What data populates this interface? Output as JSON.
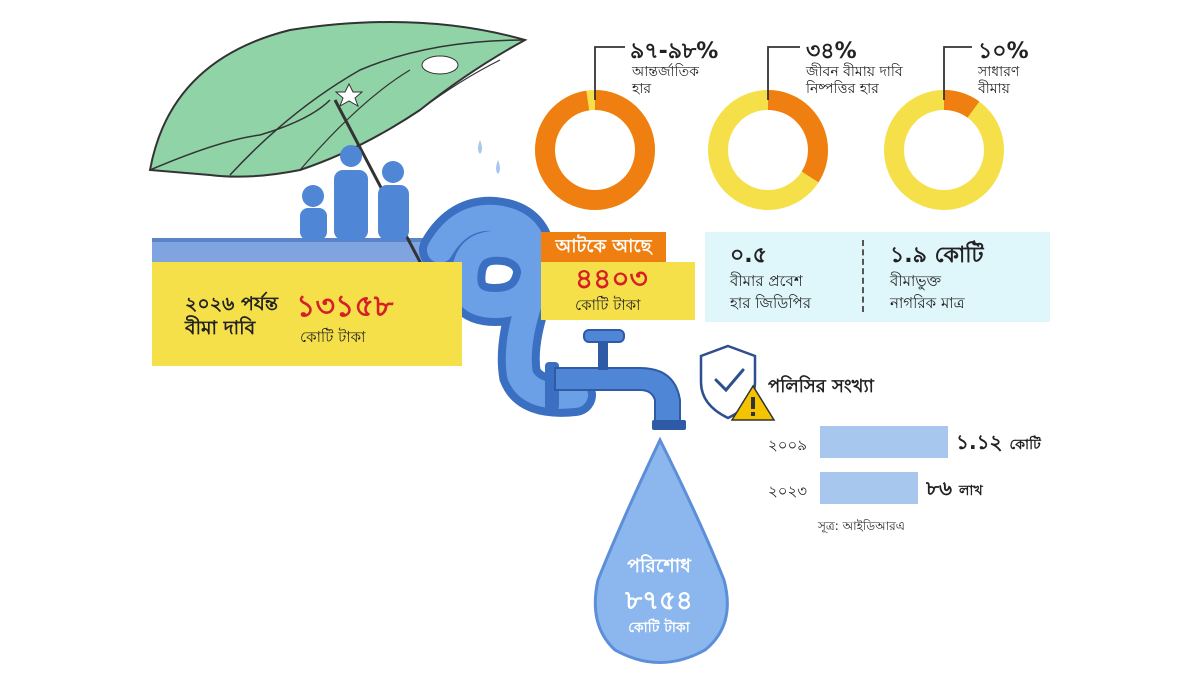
{
  "insurance_claim": {
    "label_line1": "২০২৬ পর্যন্ত",
    "label_line2": "বীমা দাবি",
    "value": "১৩১৫৮",
    "unit": "কোটি টাকা"
  },
  "stuck": {
    "header": "আটকে আছে",
    "value": "৪৪০৩",
    "unit": "কোটি টাকা"
  },
  "settled": {
    "label": "পরিশোধ",
    "value": "৮৭৫৪",
    "unit": "কোটি টাকা"
  },
  "donuts": [
    {
      "value": "৯৭-৯৮%",
      "label_line1": "আন্তর্জাতিক",
      "label_line2": "হার",
      "percent": 97.5
    },
    {
      "value": "৩৪%",
      "label_line1": "জীবন বীমায় দাবি",
      "label_line2": "নিষ্পত্তির হার",
      "percent": 34
    },
    {
      "value": "১০%",
      "label_line1": "সাধারণ",
      "label_line2": "বীমায়",
      "percent": 10
    }
  ],
  "stats": [
    {
      "value": "০.৫",
      "label_line1": "বীমার প্রবেশ",
      "label_line2": "হার জিডিপির"
    },
    {
      "value": "১.৯ কোটি",
      "label_line1": "বীমাভুক্ত",
      "label_line2": "নাগরিক মাত্র"
    }
  ],
  "policy": {
    "title": "পলিসির সংখ্যা",
    "bars": [
      {
        "year": "২০০৯",
        "value": "১.১২",
        "unit": "কোটি",
        "amount_lakh": 112
      },
      {
        "year": "২০২৩",
        "value": "৮৬",
        "unit": "লাখ",
        "amount_lakh": 86
      }
    ],
    "source": "সূত্র: আইডিআরএ"
  },
  "colors": {
    "yellow": "#f5e04a",
    "orange": "#f07f12",
    "red": "#d61f26",
    "light_blue": "#dff6fb",
    "bar_blue": "#a8c7ef",
    "pipe_blue": "#4f86d6",
    "umbrella_green": "#8fd3a7"
  }
}
